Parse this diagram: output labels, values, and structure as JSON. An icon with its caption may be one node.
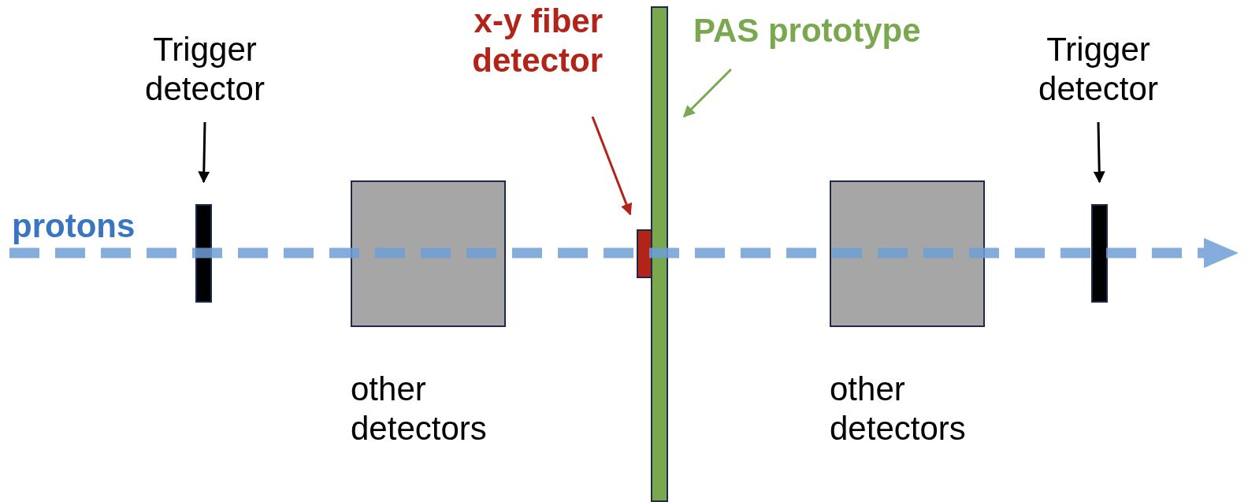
{
  "diagram": {
    "nodes": [
      {
        "text": [
          "Trigger detector"
        ]
      },
      {
        "text": [],
        "shape": "bar"
      },
      {
        "text": [
          "other detectors"
        ]
      },
      {
        "text": [
          "x-y fiber detector"
        ]
      },
      {
        "text": [],
        "shape": "bar"
      },
      {
        "text": [
          "PAS prototype"
        ]
      },
      {
        "text": [],
        "shape": "bar"
      },
      {
        "text": [
          "other detectors"
        ]
      },
      {
        "text": [
          "Trigger detector"
        ]
      },
      {
        "text": [],
        "shape": "bar"
      }
    ],
    "edges": [
      {
        "from": 0,
        "to": 1,
        "arrow": "to"
      },
      {
        "from": 3,
        "to": 4,
        "arrow": "to",
        "color": "#b22418"
      },
      {
        "from": 5,
        "to": 6,
        "arrow": "to",
        "color": "#7aa84f"
      },
      {
        "from": 8,
        "to": 9,
        "arrow": "to"
      }
    ],
    "labels": [
      "protons"
    ]
  }
}
